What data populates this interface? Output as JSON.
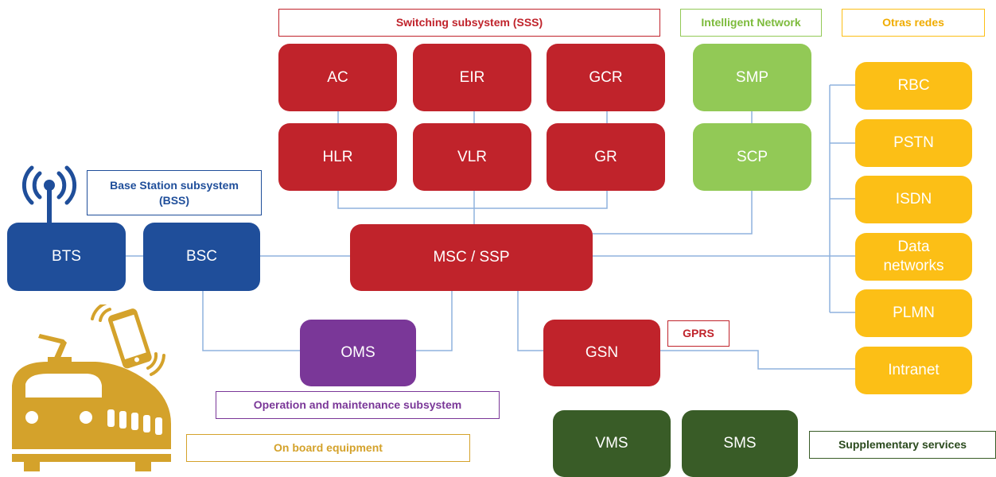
{
  "colors": {
    "sss": "#c0232b",
    "in": "#92c956",
    "other": "#fcbf16",
    "bss": "#1f4e9a",
    "oms": "#7a3798",
    "supp": "#395c27",
    "onboard": "#d4a22b",
    "wire": "#8fb2dd"
  },
  "icons": [
    "antenna-icon",
    "train-icon",
    "smartphone-icon"
  ],
  "labels": {
    "sss": "Switching subsystem (SSS)",
    "in": "Intelligent Network",
    "other": "Otras redes",
    "bss_line1": "Base Station subsystem",
    "bss_line2": "(BSS)",
    "gprs": "GPRS",
    "oms": "Operation and maintenance subsystem",
    "onboard": "On board equipment",
    "supp": "Supplementary services"
  },
  "nodes": {
    "ac": "AC",
    "eir": "EIR",
    "gcr": "GCR",
    "hlr": "HLR",
    "vlr": "VLR",
    "gr": "GR",
    "smp": "SMP",
    "scp": "SCP",
    "rbc": "RBC",
    "pstn": "PSTN",
    "isdn": "ISDN",
    "data_line1": "Data",
    "data_line2": "networks",
    "plmn": "PLMN",
    "intranet": "Intranet",
    "bts": "BTS",
    "bsc": "BSC",
    "msc": "MSC / SSP",
    "oms": "OMS",
    "gsn": "GSN",
    "vms": "VMS",
    "sms": "SMS"
  }
}
